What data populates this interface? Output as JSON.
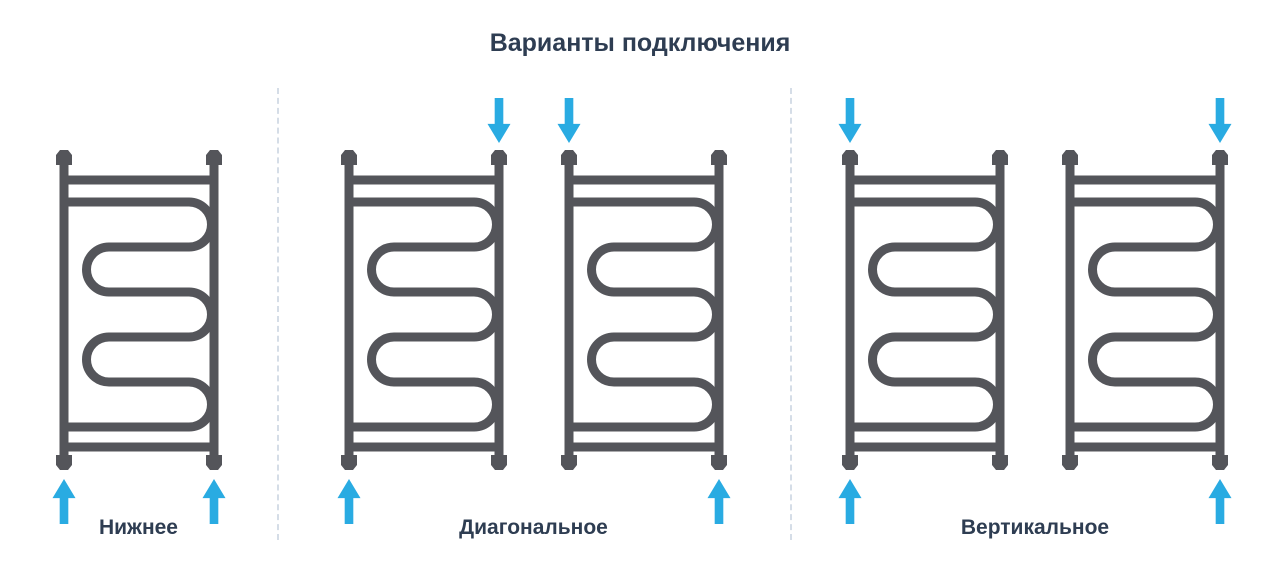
{
  "title": "Варианты подключения",
  "colors": {
    "rail": "#54555A",
    "arrow": "#29ABE2",
    "text": "#2E3D52",
    "divider": "#D5DDE7",
    "background": "#FFFFFF"
  },
  "sections": [
    {
      "id": "bottom",
      "label": "Нижнее",
      "rails": [
        {
          "top": [],
          "bottom": [
            "left",
            "right"
          ]
        }
      ]
    },
    {
      "id": "diagonal",
      "label": "Диагональное",
      "rails": [
        {
          "top": [
            "right"
          ],
          "bottom": [
            "left"
          ]
        },
        {
          "top": [
            "left"
          ],
          "bottom": [
            "right"
          ]
        }
      ]
    },
    {
      "id": "vertical",
      "label": "Вертикальное",
      "rails": [
        {
          "top": [
            "left"
          ],
          "bottom": [
            "left"
          ]
        },
        {
          "top": [
            "right"
          ],
          "bottom": [
            "right"
          ]
        }
      ]
    }
  ]
}
